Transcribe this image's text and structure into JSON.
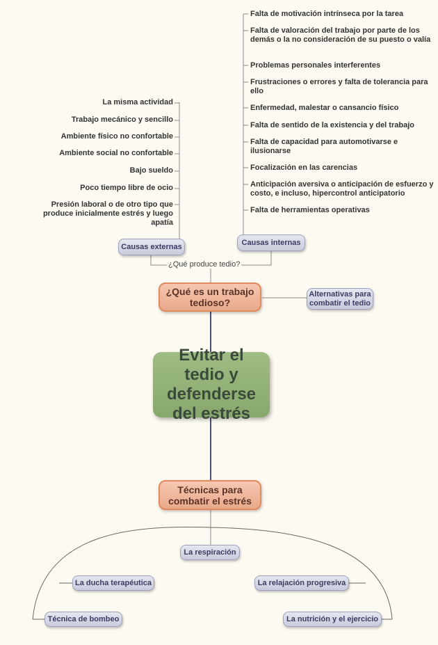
{
  "central": {
    "label": "Evitar el tedio y defenderse del estrés"
  },
  "tedio": {
    "label": "¿Qué es un trabajo tedioso?",
    "relationship_label": "¿Qué produce tedio?",
    "alternatives": "Alternativas para combatir el tedio",
    "external": {
      "label": "Causas externas",
      "items": [
        "La misma actividad",
        "Trabajo mecánico y sencillo",
        "Ambiente físico no confortable",
        "Ambiente social no confortable",
        "Bajo sueldo",
        "Poco tiempo libre de ocio",
        "Presión laboral o de otro tipo que produce inicialmente estrés y luego apatía"
      ]
    },
    "internal": {
      "label": "Causas internas",
      "items": [
        "Falta de motivación intrínseca por la tarea",
        "Falta de valoración del trabajo por parte de los demás o la no consideración de su puesto o valía",
        "Problemas personales interferentes",
        "Frustraciones o errores y falta de tolerancia para ello",
        "Enfermedad, malestar o cansancio físico",
        "Falta de sentido de la existencia y del trabajo",
        "Falta de capacidad para automotivarse e ilusionarse",
        "Focalización en las carencias",
        "Anticipación aversiva o anticipación de esfuerzo y costo, e incluso, hipercontrol anticipatorio",
        "Falta de herramientas operativas"
      ]
    }
  },
  "estres": {
    "label": "Técnicas para combatir el estrés",
    "techniques": [
      "La respiración",
      "La ducha terapéutica",
      "La relajación progresiva",
      "Técnica de bombeo",
      "La nutrición y el ejercicio"
    ]
  },
  "colors": {
    "central": "#8fae74",
    "main_topic": "#efb698",
    "main_topic_border": "#e08a5e",
    "subtopic": "#d3d5e3",
    "trunk_line": "#4a4d72",
    "branch_line": "#8a8a8a",
    "background": "#fdfbf1"
  }
}
